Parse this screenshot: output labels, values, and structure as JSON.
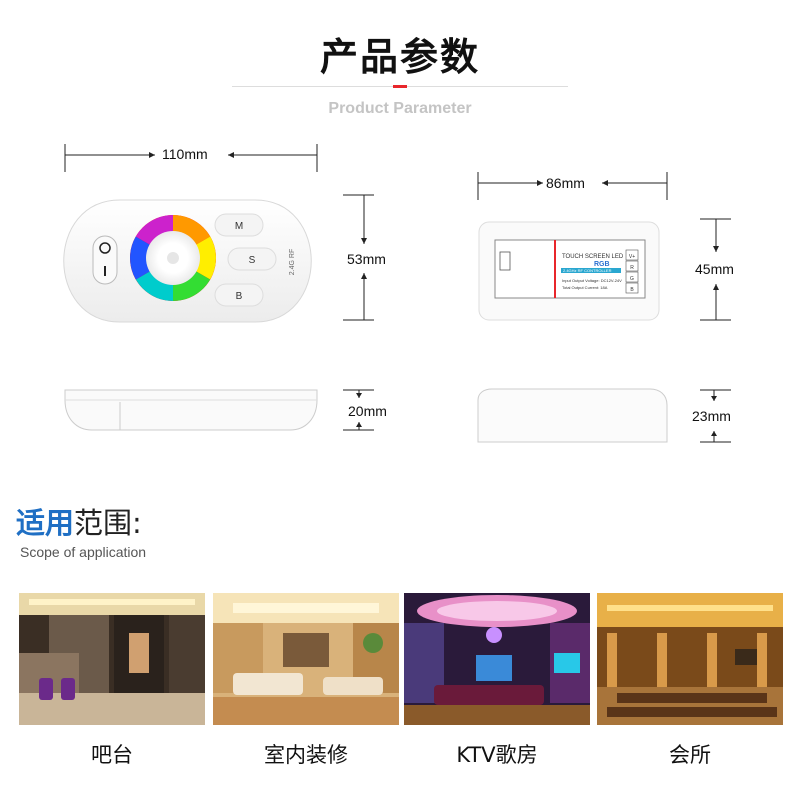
{
  "header": {
    "title": "产品参数",
    "subtitle": "Product Parameter",
    "accent_color": "#e8262b"
  },
  "dimensions": {
    "remote_width": "110mm",
    "remote_height": "53mm",
    "remote_depth": "20mm",
    "controller_width": "86mm",
    "controller_height": "45mm",
    "controller_depth": "23mm"
  },
  "controller_label": {
    "line1": "TOUCH SCREEN LED",
    "line2": "RGB",
    "line3": "2.4GHz RF CONTROLLER",
    "line4": "Input Output Voltage: DC12V-24V",
    "line5": "Total Output Current: 18A",
    "terminals": [
      "V+",
      "R",
      "G",
      "B"
    ]
  },
  "remote_buttons": {
    "mode_label": "M",
    "speed_label": "S",
    "brightness_label": "B",
    "brand_text": "2.4G RF"
  },
  "application": {
    "title_highlight": "适用",
    "title_rest": "范围:",
    "subtitle": "Scope of application",
    "title_color": "#1f6fc4",
    "scenes": [
      {
        "caption": "吧台",
        "icon": "bar-scene-photo"
      },
      {
        "caption": "室内装修",
        "icon": "interior-scene-photo"
      },
      {
        "caption": "KTV歌房",
        "icon": "ktv-scene-photo"
      },
      {
        "caption": "会所",
        "icon": "clubhouse-scene-photo"
      }
    ]
  }
}
